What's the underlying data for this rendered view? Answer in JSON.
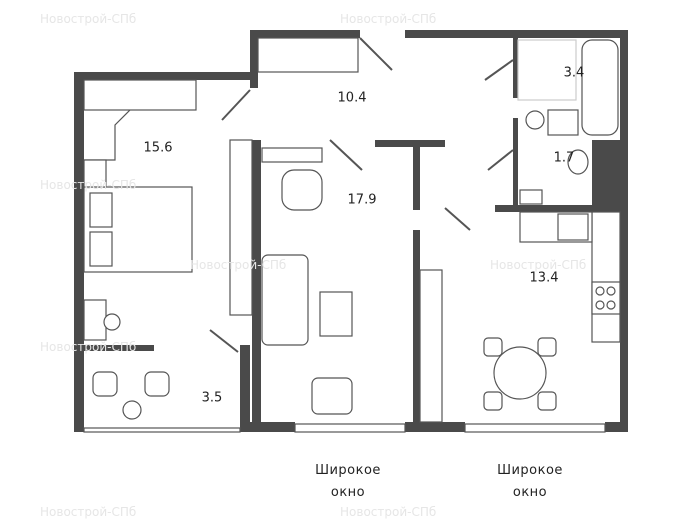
{
  "watermark": "Новострой-СПб",
  "rooms": [
    {
      "name": "hallway",
      "area": "10.4"
    },
    {
      "name": "bedroom",
      "area": "15.6"
    },
    {
      "name": "living-room",
      "area": "17.9"
    },
    {
      "name": "bathroom",
      "area": "3.4"
    },
    {
      "name": "toilet",
      "area": "1.7"
    },
    {
      "name": "kitchen",
      "area": "13.4"
    },
    {
      "name": "balcony",
      "area": "3.5"
    }
  ],
  "captions": [
    {
      "line1": "Широкое",
      "line2": "окно"
    },
    {
      "line1": "Широкое",
      "line2": "окно"
    }
  ],
  "colors": {
    "wall": "#4a4a4a",
    "line": "#555555"
  }
}
